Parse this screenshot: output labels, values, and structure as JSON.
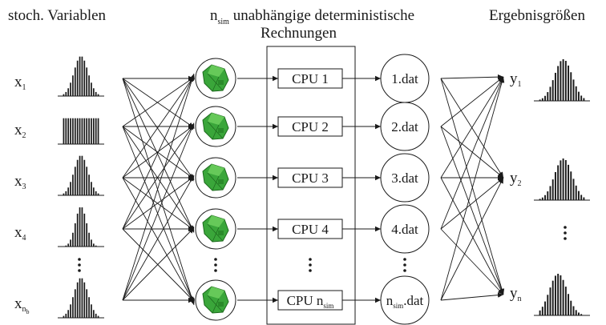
{
  "headings": {
    "left": "stoch. Variablen",
    "middle_n": "n",
    "middle_sub": "sim",
    "middle_rest": " unabhängige deterministische",
    "middle_line2": "Rechnungen",
    "right": "Ergebnisgrößen"
  },
  "inputs": [
    {
      "base": "x",
      "sub": "1",
      "shape": "normal"
    },
    {
      "base": "x",
      "sub": "2",
      "shape": "uniform"
    },
    {
      "base": "x",
      "sub": "3",
      "shape": "normal"
    },
    {
      "base": "x",
      "sub": "4",
      "shape": "normal-narrow"
    },
    {
      "base": "x",
      "sub": "n",
      "subsub": "b",
      "shape": "normal"
    }
  ],
  "cpus": [
    {
      "label": "CPU 1"
    },
    {
      "label": "CPU 2"
    },
    {
      "label": "CPU 3"
    },
    {
      "label": "CPU 4"
    },
    {
      "label": "CPU n",
      "sub": "sim"
    }
  ],
  "files": [
    {
      "label": "1.dat"
    },
    {
      "label": "2.dat"
    },
    {
      "label": "3.dat"
    },
    {
      "label": "4.dat"
    },
    {
      "label": ".dat",
      "prefix": "n",
      "prefix_sub": "sim"
    }
  ],
  "outputs": [
    {
      "base": "y",
      "sub": "1"
    },
    {
      "base": "y",
      "sub": "2"
    },
    {
      "base": "y",
      "sub": "n"
    }
  ],
  "colors": {
    "ink": "#1a1a1a",
    "model_green": "#3aa63a",
    "model_dark": "#1f6b1f"
  },
  "icons": {
    "model": "car-crash-model-icon",
    "ellipsis": "vertical-ellipsis-icon"
  }
}
